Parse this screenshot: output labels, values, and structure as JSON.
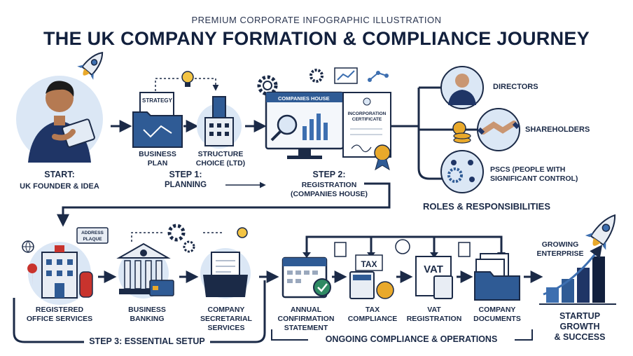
{
  "header": {
    "subtitle": "PREMIUM CORPORATE INFOGRAPHIC ILLUSTRATION",
    "title": "THE UK COMPANY FORMATION & COMPLIANCE JOURNEY"
  },
  "row1": {
    "start_title": "START:",
    "start_sub": "UK FOUNDER & IDEA",
    "business_plan": [
      "BUSINESS",
      "PLAN"
    ],
    "structure_choice": [
      "STRUCTURE",
      "CHOICE (LTD)"
    ],
    "step1_title": "STEP 1:",
    "step1_sub": "PLANNING",
    "step2_title": "STEP 2:",
    "step2_sub": [
      "REGISTRATION",
      "(COMPANIES HOUSE)"
    ],
    "strategy_tag": "STRATEGY",
    "companies_house_tag": "COMPANIES HOUSE",
    "certificate_tag": [
      "INCORPORATION",
      "CERTIFICATE"
    ]
  },
  "roles": {
    "items": [
      {
        "label": [
          "DIRECTORS"
        ]
      },
      {
        "label": [
          "SHAREHOLDERS"
        ]
      },
      {
        "label": [
          "PSCs (PEOPLE WITH",
          "SIGNIFICANT CONTROL)"
        ]
      }
    ],
    "heading": "ROLES & RESPONSIBILITIES"
  },
  "row2": {
    "address_tag": [
      "ADDRESS",
      "PLAQUE"
    ],
    "registered_office": [
      "REGISTERED",
      "OFFICE SERVICES"
    ],
    "business_banking": [
      "BUSINESS",
      "BANKING"
    ],
    "company_secretarial": [
      "COMPANY",
      "SECRETARIAL",
      "SERVICES"
    ],
    "step3": "STEP 3: ESSENTIAL SETUP",
    "annual_confirmation": [
      "ANNUAL",
      "CONFIRMATION",
      "STATEMENT"
    ],
    "tax_compliance": [
      "TAX",
      "COMPLIANCE"
    ],
    "vat_registration": [
      "VAT",
      "REGISTRATION"
    ],
    "company_documents": [
      "COMPANY",
      "DOCUMENTS"
    ],
    "ongoing": "ONGOING COMPLIANCE & OPERATIONS",
    "tax_tag": "TAX",
    "vat_tag": "VAT",
    "growing": [
      "GROWING",
      "ENTERPRISE"
    ],
    "success": [
      "STARTUP",
      "GROWTH",
      "& SUCCESS"
    ]
  },
  "colors": {
    "navy": "#1b2a47",
    "blue": "#3d6fb0",
    "light_blue": "#dbe7f5",
    "gold": "#e9a92b",
    "red": "#c8332d",
    "green": "#2f8a63"
  }
}
